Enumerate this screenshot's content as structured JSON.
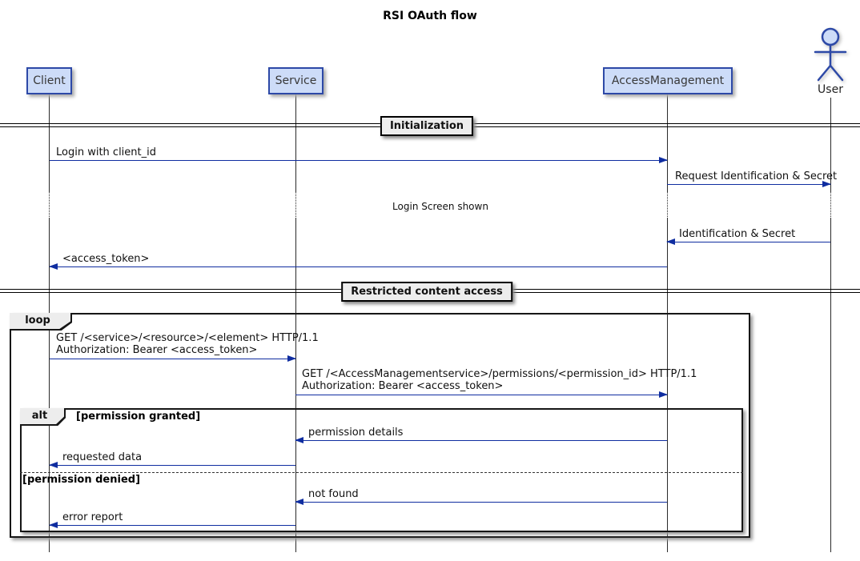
{
  "title": "RSI OAuth flow",
  "participants": {
    "client": "Client",
    "service": "Service",
    "access_management": "AccessManagement",
    "user": "User"
  },
  "dividers": {
    "initialization": "Initialization",
    "restricted": "Restricted content access"
  },
  "notes": {
    "login_screen": "Login Screen shown"
  },
  "messages": {
    "login": "Login with client_id",
    "request_ident": "Request Identification & Secret",
    "ident_secret": "Identification & Secret",
    "access_token": "<access_token>",
    "get_resource_l1": "GET /<service>/<resource>/<element> HTTP/1.1",
    "get_resource_l2": "Authorization: Bearer <access_token>",
    "get_permissions_l1": "GET /<AccessManagementservice>/permissions/<permission_id> HTTP/1.1",
    "get_permissions_l2": "Authorization: Bearer <access_token>",
    "permission_details": "permission details",
    "requested_data": "requested data",
    "not_found": "not found",
    "error_report": "error report"
  },
  "frames": {
    "loop_label": "loop",
    "alt_label": "alt",
    "guard_granted": "[permission granted]",
    "guard_denied": "[permission denied]"
  },
  "colors": {
    "participant_fill": "#CDDCF8",
    "participant_border": "#2D49A7",
    "arrow": "#0F2DA0",
    "lifeline": "#2A2A2A",
    "frame_border": "#161616",
    "label_fill": "#EDEDED"
  }
}
